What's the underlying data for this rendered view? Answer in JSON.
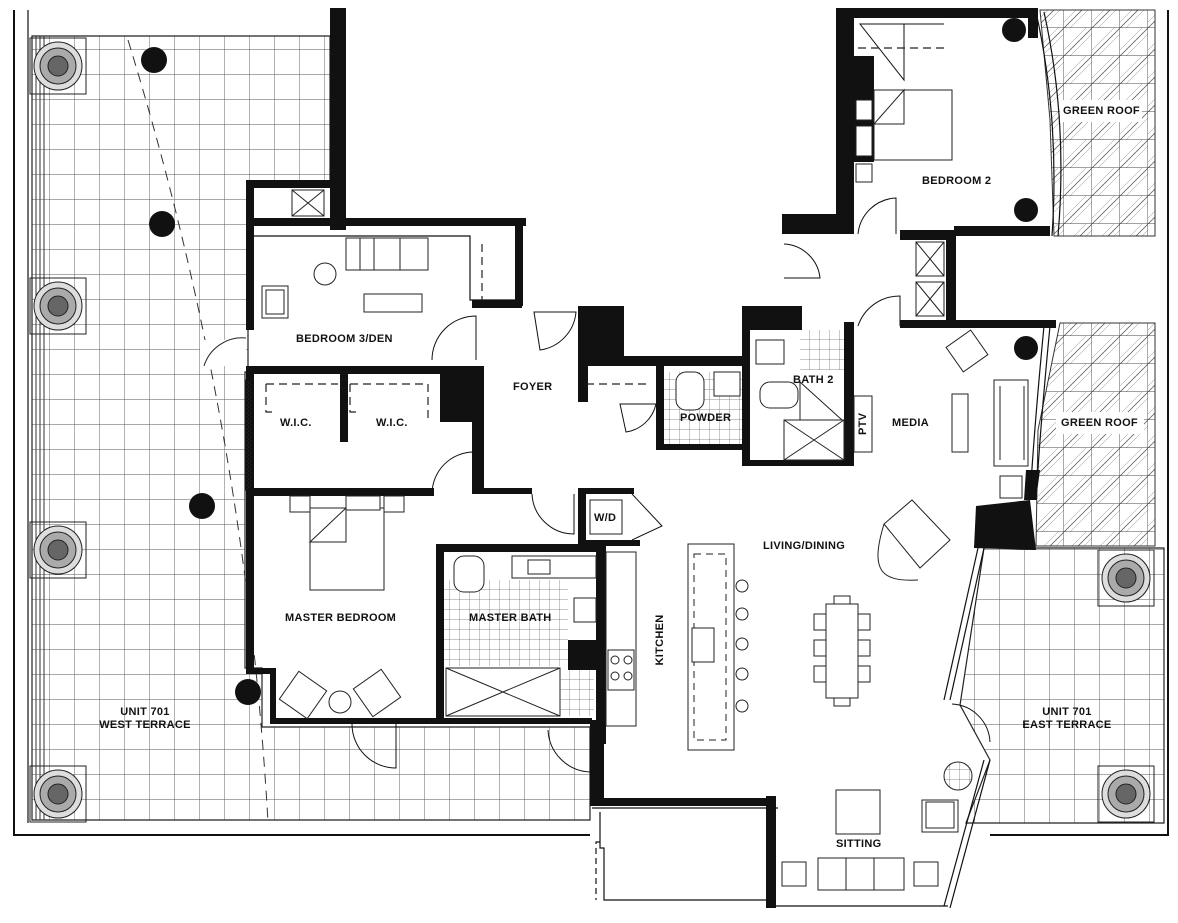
{
  "rooms": {
    "bedroom2": "BEDROOM 2",
    "bedroom3_den": "BEDROOM 3/DEN",
    "foyer": "FOYER",
    "wic_left": "W.I.C.",
    "wic_right": "W.I.C.",
    "powder": "POWDER",
    "bath2": "BATH 2",
    "ptv": "PTV",
    "media": "MEDIA",
    "wd": "W/D",
    "living_dining": "LIVING/DINING",
    "master_bedroom": "MASTER BEDROOM",
    "master_bath": "MASTER BATH",
    "kitchen": "KITCHEN",
    "sitting": "SITTING"
  },
  "exterior": {
    "green_roof_top": "GREEN ROOF",
    "green_roof_mid": "GREEN ROOF",
    "west_terrace_line1": "UNIT 701",
    "west_terrace_line2": "WEST TERRACE",
    "east_terrace_line1": "UNIT 701",
    "east_terrace_line2": "EAST TERRACE"
  },
  "colors": {
    "wall": "#111111",
    "line": "#1a1a1a",
    "tile": "#555555",
    "hatch": "#666666",
    "background": "#ffffff"
  }
}
